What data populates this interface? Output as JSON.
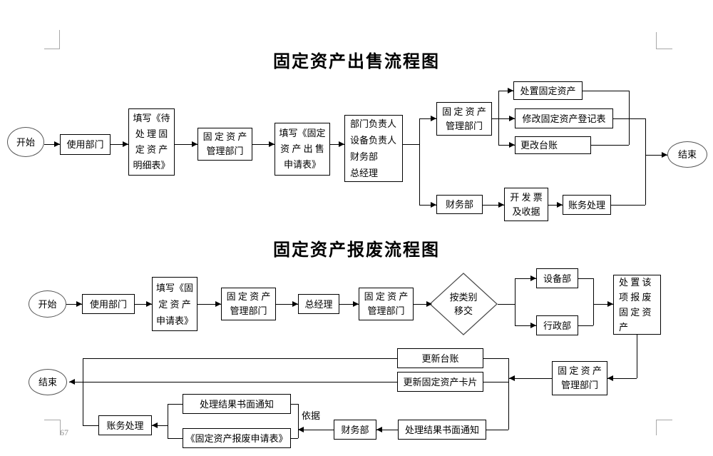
{
  "page": {
    "number": "67",
    "colors": {
      "flow_line": "#000000",
      "box_border": "#000000",
      "terminator_border": "#595959",
      "margin_mark": "#a8a8a8",
      "page_number_text": "#8f8f8f",
      "background": "#ffffff"
    }
  },
  "c1": {
    "title": "固定资产出售流程图",
    "start": "开始",
    "using_dept": "使用部门",
    "fill_pending_form": "填写《待\n处 理 固\n定 资 产\n明细表》",
    "asset_mgmt_dept_1": "固 定 资 产\n管理部门",
    "fill_sale_form": "填写《固定\n资 产 出 售\n申请表》",
    "approvers": "部门负责人\n设备负责人\n财务部\n总经理",
    "asset_mgmt_dept_2": "固 定 资 产\n管理部门",
    "dispose_asset": "处置固定资产",
    "modify_register": "修改固定资产登记表",
    "update_ledger": "更改台账",
    "finance_dept": "财务部",
    "issue_invoice": "开 发 票\n及收据",
    "accounting": "账务处理",
    "end": "结束"
  },
  "c2": {
    "title": "固定资产报废流程图",
    "start": "开始",
    "using_dept": "使用部门",
    "fill_apply_form": "填写《固\n定 资 产\n申请表》",
    "asset_mgmt_dept_1": "固 定 资 产\n管理部门",
    "general_manager": "总经理",
    "asset_mgmt_dept_2": "固 定 资 产\n管理部门",
    "transfer_by_category": "按类别\n移交",
    "equipment_dept": "设备部",
    "admin_dept": "行政部",
    "dispose_scrapped_asset": "处 置 该\n项 报 废\n固 定 资\n产",
    "asset_mgmt_dept_3": "固 定 资 产\n管理部门",
    "update_ledger": "更新台账",
    "update_asset_card": "更新固定资产卡片",
    "result_notice_right": "处理结果书面通知",
    "finance_dept": "财务部",
    "result_notice_left": "处理结果书面通知",
    "scrap_apply_form": "《固定资产报废申请表》",
    "accounting": "账务处理",
    "basis_label": "依据",
    "end": "结束"
  }
}
